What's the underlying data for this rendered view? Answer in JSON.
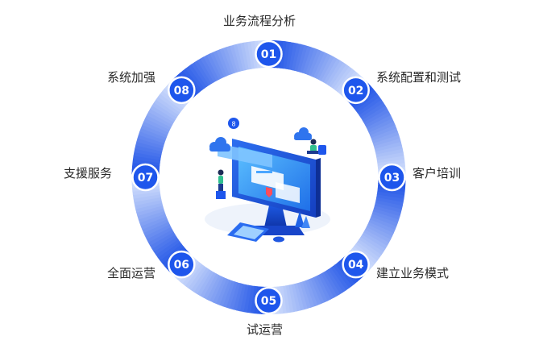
{
  "steps": [
    {
      "num": "01",
      "label": "业务流程分析"
    },
    {
      "num": "02",
      "label": "系统配置和测试"
    },
    {
      "num": "03",
      "label": "客户培训"
    },
    {
      "num": "04",
      "label": "建立业务模式"
    },
    {
      "num": "05",
      "label": "试运营"
    },
    {
      "num": "06",
      "label": "全面运营"
    },
    {
      "num": "07",
      "label": "支援服务"
    },
    {
      "num": "08",
      "label": "系统加强"
    }
  ],
  "center": {
    "badge": "8"
  },
  "colors": {
    "ring_dark": "#1a4fe6",
    "ring_mid": "#4b86f5",
    "ring_light": "#e9f1ff",
    "node": "#1e56ec",
    "monitor": "#2a78f0",
    "screen": "#4aa6ff"
  }
}
